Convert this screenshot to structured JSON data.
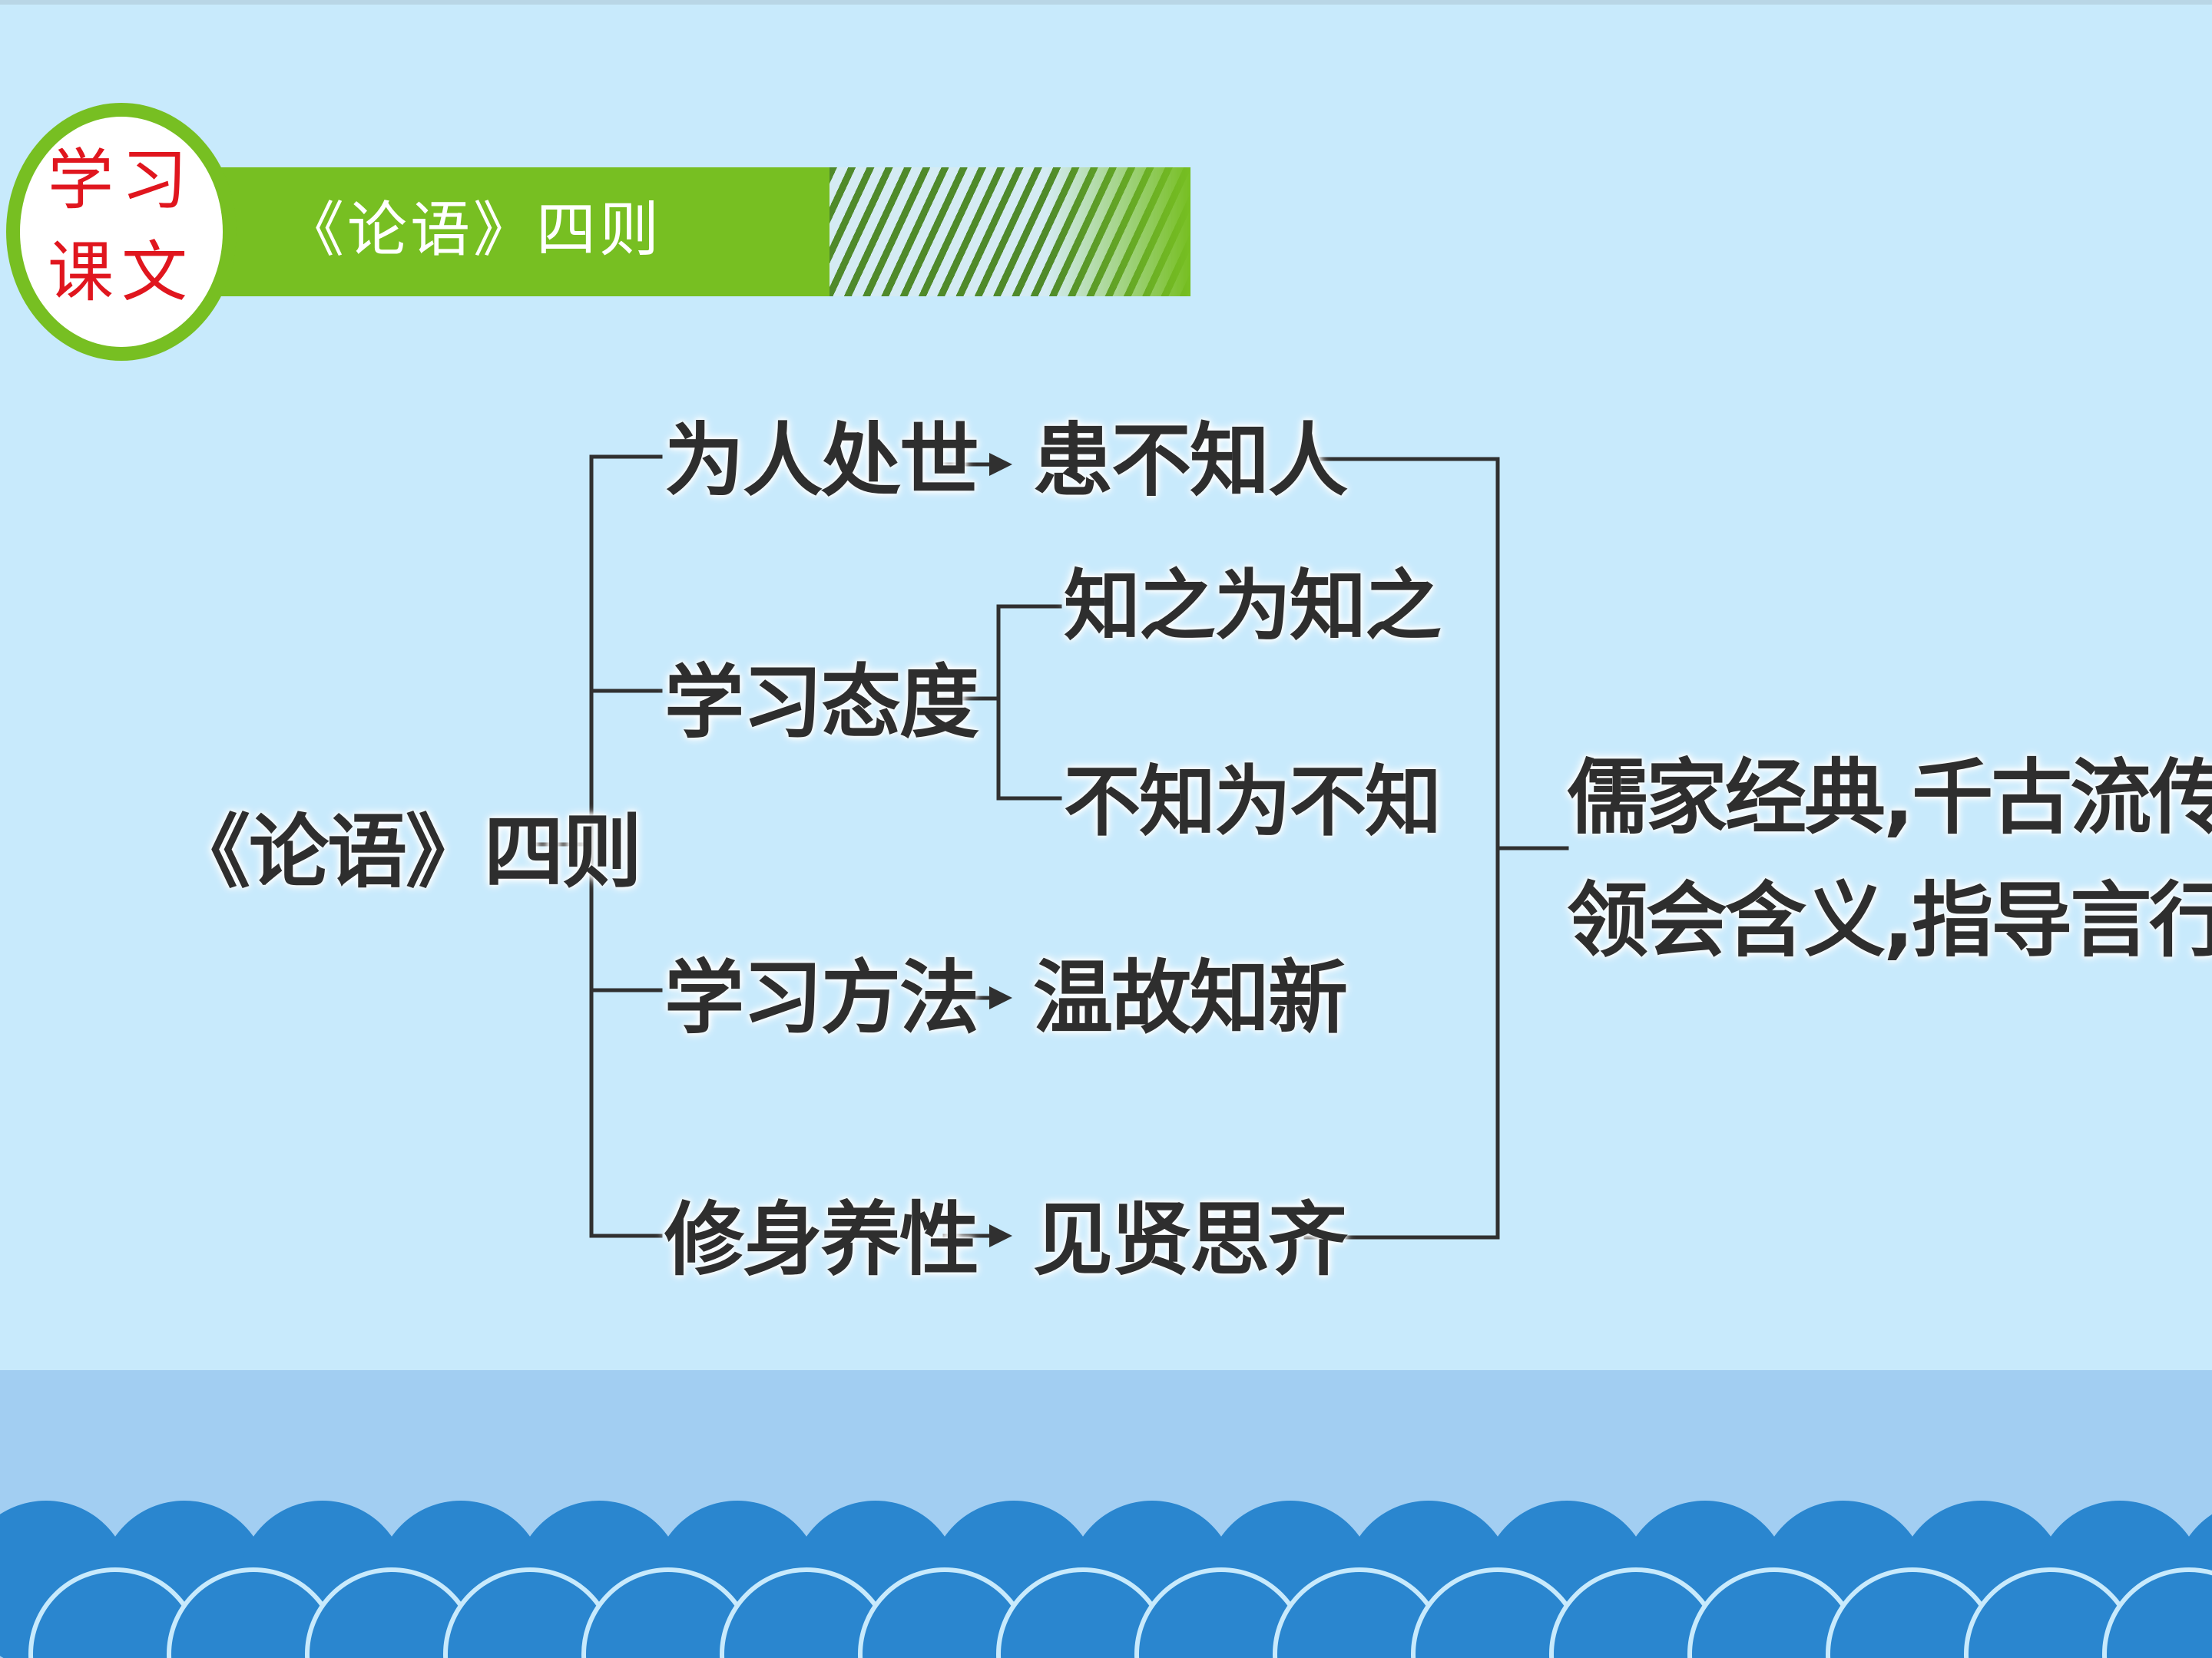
{
  "header": {
    "badge_line1": "学习",
    "badge_line2": "课文",
    "title": "《论语》四则"
  },
  "diagram": {
    "root": "《论语》四则",
    "branches": [
      {
        "label": "为人处世",
        "targets": [
          "患不知人"
        ]
      },
      {
        "label": "学习态度",
        "targets": [
          "知之为知之",
          "不知为不知"
        ]
      },
      {
        "label": "学习方法",
        "targets": [
          "温故知新"
        ]
      },
      {
        "label": "修身养性",
        "targets": [
          "见贤思齐"
        ]
      }
    ],
    "summary": [
      "儒家经典,千古流传",
      "领会含义,指导言行"
    ]
  },
  "colors": {
    "background": "#c8eafc",
    "header_green": "#77bf22",
    "badge_red": "#e0161e",
    "band_blue": "#a2cef2",
    "wave_blue": "#2a86cf"
  }
}
